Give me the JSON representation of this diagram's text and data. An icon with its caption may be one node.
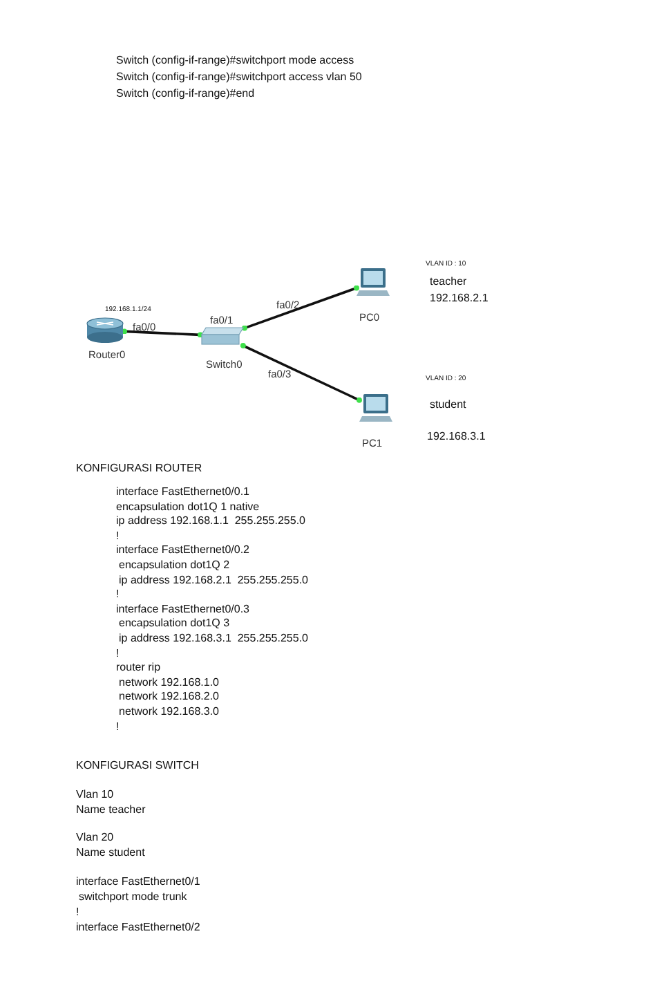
{
  "diagram": {
    "nodes": [
      {
        "text": [],
        "shape": "router",
        "beside": [
          "Router0",
          "192.168.1.1/24"
        ]
      },
      {
        "text": [],
        "shape": "switch",
        "beside": [
          "Switch0"
        ]
      },
      {
        "text": [],
        "shape": "computer",
        "beside": [
          "PC0",
          "VLAN ID : 10",
          "teacher",
          "192.168.2.1"
        ]
      },
      {
        "text": [],
        "shape": "computer",
        "beside": [
          "PC1",
          "VLAN ID : 20",
          "student",
          "192.168.3.1"
        ]
      }
    ],
    "edges": [
      {
        "from": 0,
        "to": 1,
        "arrow": "other"
      },
      {
        "from": 1,
        "to": 2,
        "arrow": "other"
      },
      {
        "from": 1,
        "to": 3,
        "arrow": "other"
      }
    ],
    "labels": [
      "Switch (config-if-range)#switchport mode access",
      "Switch (config-if-range)#switchport access vlan 50",
      "Switch (config-if-range)#end",
      "fa0/0",
      "fa0/1",
      "fa0/2",
      "fa0/3",
      "KONFIGURASI ROUTER",
      "interface FastEthernet0/0.1",
      "encapsulation dot1Q 1 native",
      "ip address 192.168.1.1  255.255.255.0",
      "!",
      "interface FastEthernet0/0.2",
      "encapsulation dot1Q 2",
      "ip address 192.168.2.1  255.255.255.0",
      "!",
      "interface FastEthernet0/0.3",
      "encapsulation dot1Q 3",
      "ip address 192.168.3.1  255.255.255.0",
      "!",
      "router rip",
      "network 192.168.1.0",
      "network 192.168.2.0",
      "network 192.168.3.0",
      "!",
      "KONFIGURASI SWITCH",
      "Vlan 10",
      "Name teacher",
      "Vlan 20",
      "Name student",
      "interface FastEthernet0/1",
      "switchport mode trunk",
      "!",
      "interface FastEthernet0/2"
    ]
  }
}
